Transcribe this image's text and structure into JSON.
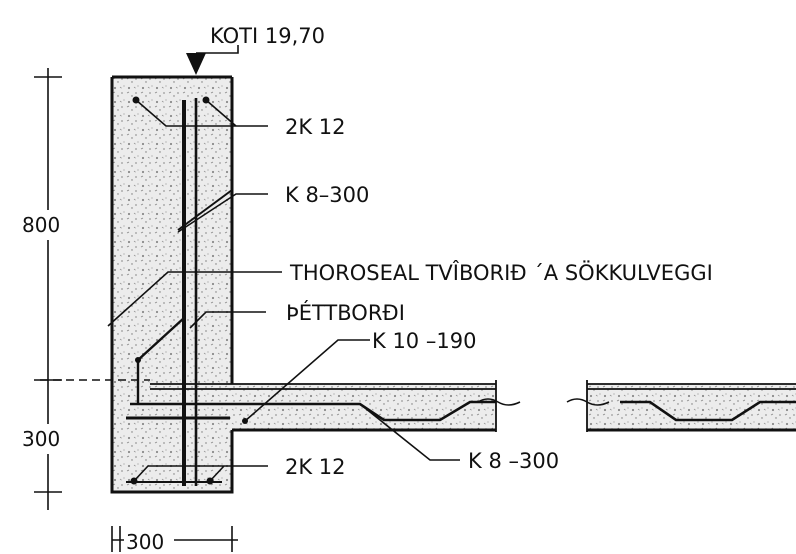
{
  "drawing": {
    "elevation": "KOTI 19,70",
    "labels": {
      "top_bars": "2K 12",
      "wall_stirrups": "K 8–300",
      "coating": "THOROSEAL  TVÎBORIÐ ´A SÖKKULVEGGI",
      "sealing_strip": "ÞÉTTBORÐI",
      "slab_bars": "K 10 –190",
      "slab_stirrups": "K 8 –300",
      "bottom_bars": "2K 12"
    },
    "dimensions": {
      "wall_height": "800",
      "footing_height": "300",
      "footing_width": "300"
    }
  },
  "colors": {
    "ink": "#111111",
    "concrete_fill": "#e9e9e9",
    "paper": "#ffffff"
  }
}
